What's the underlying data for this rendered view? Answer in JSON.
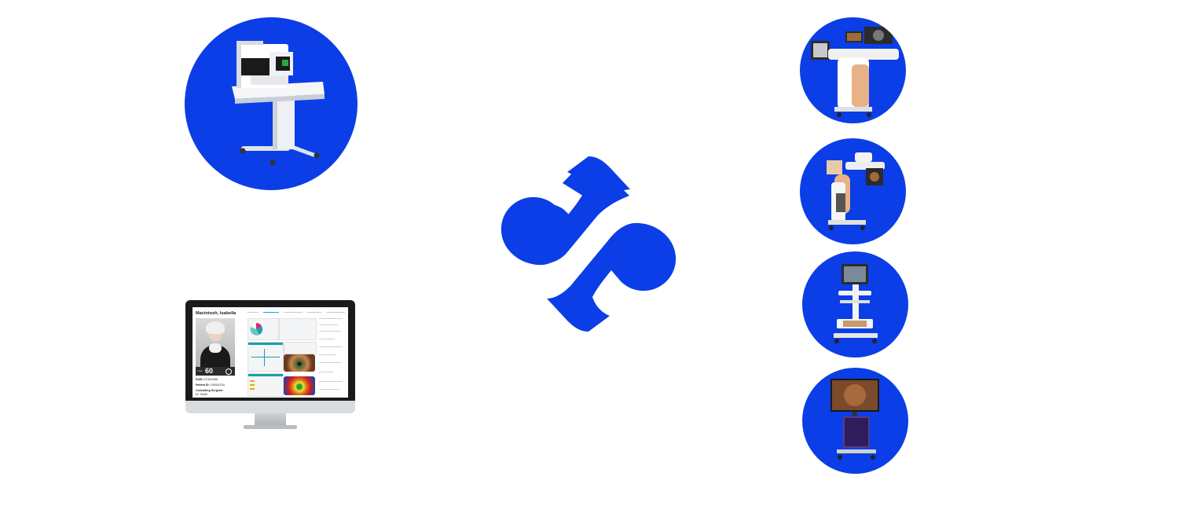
{
  "brand": {
    "accent": "#0b3ee6",
    "logo_icon": "infinity-diamond-logo-icon"
  },
  "devices": {
    "left_top": "diagnostic-imaging-station",
    "right": [
      "surgical-laser-system",
      "surgical-microscope",
      "touchscreen-cart",
      "visualization-display-cart"
    ]
  },
  "monitor": {
    "patient_name": "Macintosh, Isabella",
    "age_label": "AGE",
    "age": "60",
    "dob_label": "DOB:",
    "dob": "07/15/1958",
    "patient_id_label": "Patient ID:",
    "patient_id": "100001234",
    "surgeon_label": "Consulting Surgeon:",
    "surgeon": "Dr. Smith"
  }
}
